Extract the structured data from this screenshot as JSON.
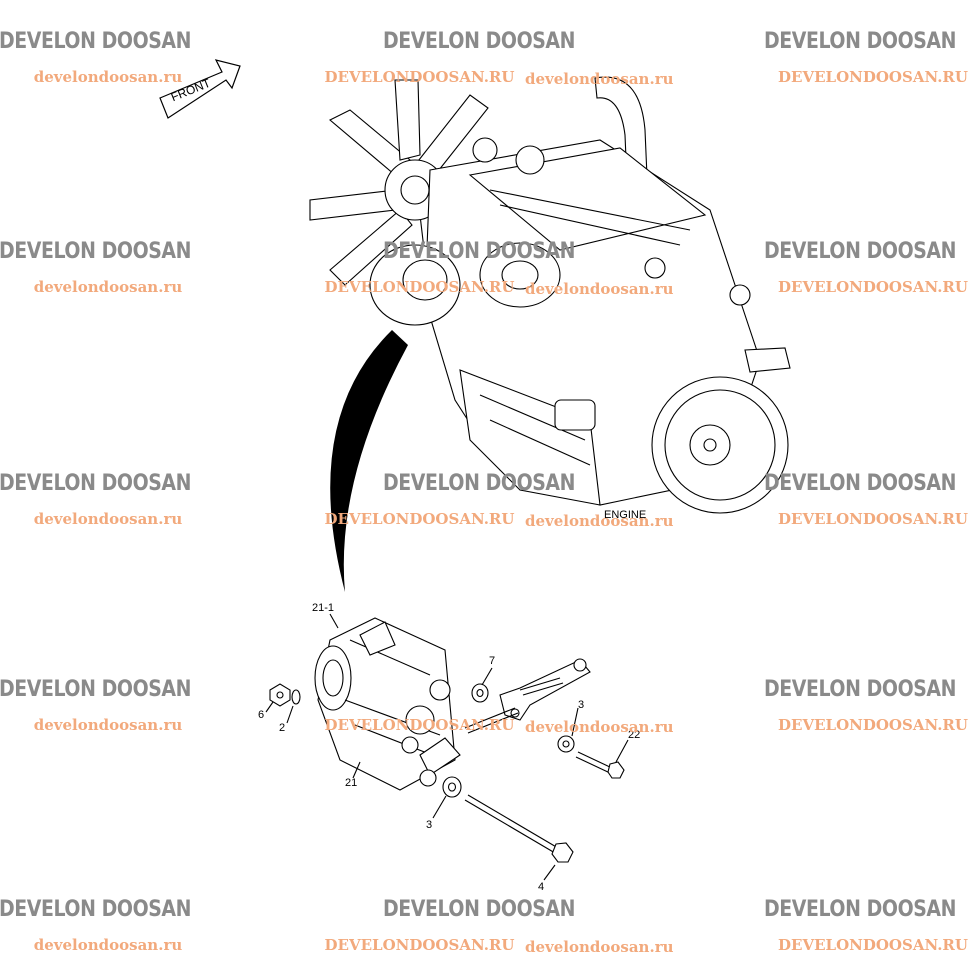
{
  "watermark": {
    "brand": "DEVELON DOOSAN",
    "site_lower": "develondoosan.ru",
    "site_upper": "DEVELONDOOSAN.RU",
    "logo_color": "#f08b5a",
    "text_color": "#8a8a8a"
  },
  "diagram": {
    "front_label": "FRONT",
    "engine_label": "ENGINE",
    "callouts": [
      "21-1",
      "7",
      "3",
      "6",
      "2",
      "21",
      "22",
      "3",
      "4"
    ]
  }
}
